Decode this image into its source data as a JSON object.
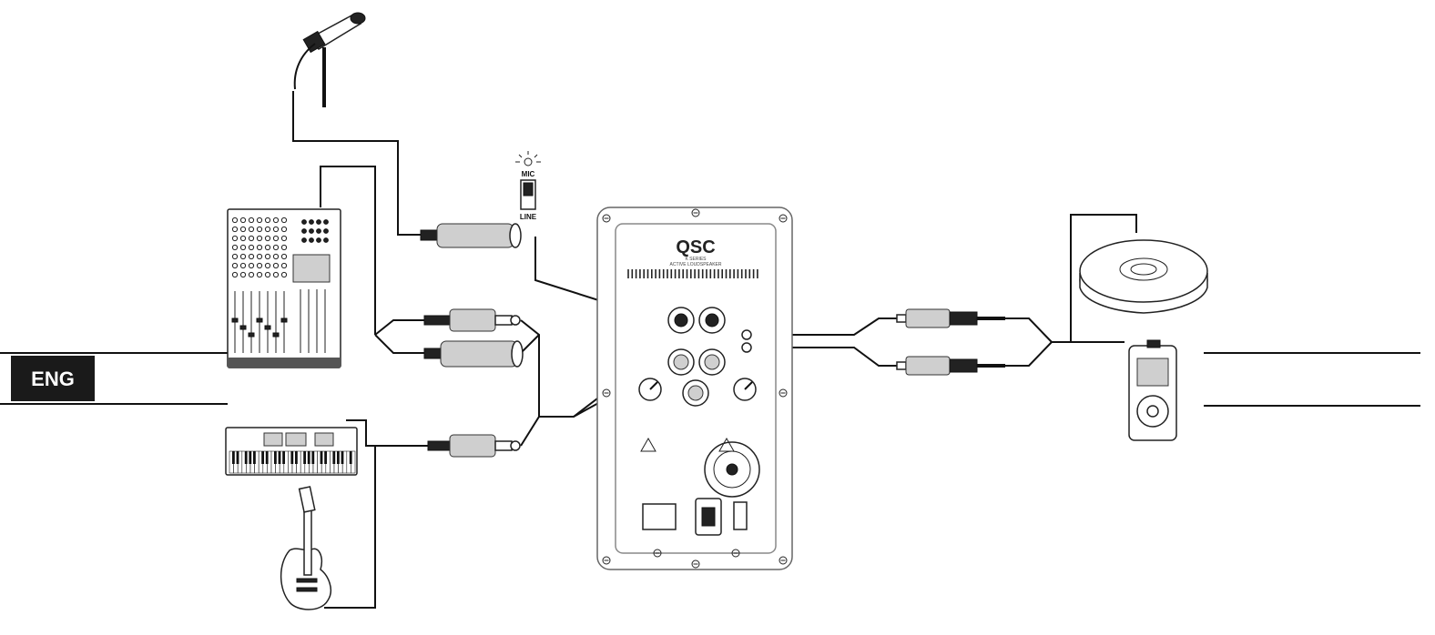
{
  "language_badge": "ENG",
  "switch": {
    "top_label": "MIC",
    "bottom_label": "LINE"
  },
  "speaker_panel": {
    "brand": "QSC",
    "model": "K SERIES",
    "subtitle": "ACTIVE LOUDSPEAKER"
  },
  "icons": {
    "sources": [
      "microphone-icon",
      "mixer-icon",
      "keyboard-icon",
      "guitar-icon"
    ],
    "players": [
      "cd-player-icon",
      "mp3-player-icon"
    ]
  }
}
